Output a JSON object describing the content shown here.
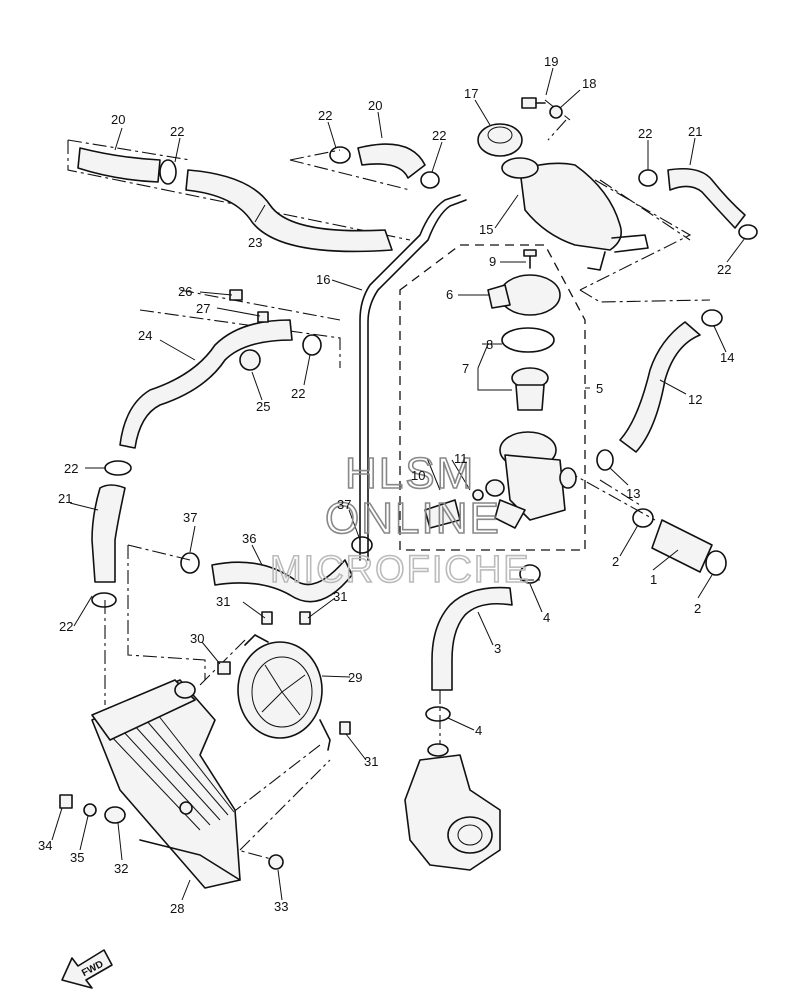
{
  "watermark": {
    "line1": "HLSM",
    "line2": "ONLINE",
    "line3": "MICROFICHE"
  },
  "direction_marker": "FWD",
  "callouts": [
    {
      "id": "c1",
      "text": "1"
    },
    {
      "id": "c2a",
      "text": "2"
    },
    {
      "id": "c2b",
      "text": "2"
    },
    {
      "id": "c3",
      "text": "3"
    },
    {
      "id": "c4a",
      "text": "4"
    },
    {
      "id": "c4b",
      "text": "4"
    },
    {
      "id": "c5",
      "text": "5"
    },
    {
      "id": "c6",
      "text": "6"
    },
    {
      "id": "c7",
      "text": "7"
    },
    {
      "id": "c8",
      "text": "8"
    },
    {
      "id": "c9",
      "text": "9"
    },
    {
      "id": "c10",
      "text": "10"
    },
    {
      "id": "c11",
      "text": "11"
    },
    {
      "id": "c12",
      "text": "12"
    },
    {
      "id": "c13",
      "text": "13"
    },
    {
      "id": "c14",
      "text": "14"
    },
    {
      "id": "c15",
      "text": "15"
    },
    {
      "id": "c16",
      "text": "16"
    },
    {
      "id": "c17",
      "text": "17"
    },
    {
      "id": "c18",
      "text": "18"
    },
    {
      "id": "c19",
      "text": "19"
    },
    {
      "id": "c20a",
      "text": "20"
    },
    {
      "id": "c20b",
      "text": "20"
    },
    {
      "id": "c21a",
      "text": "21"
    },
    {
      "id": "c21b",
      "text": "21"
    },
    {
      "id": "c22a",
      "text": "22"
    },
    {
      "id": "c22b",
      "text": "22"
    },
    {
      "id": "c22c",
      "text": "22"
    },
    {
      "id": "c22d",
      "text": "22"
    },
    {
      "id": "c22e",
      "text": "22"
    },
    {
      "id": "c22f",
      "text": "22"
    },
    {
      "id": "c22g",
      "text": "22"
    },
    {
      "id": "c22h",
      "text": "22"
    },
    {
      "id": "c23",
      "text": "23"
    },
    {
      "id": "c24",
      "text": "24"
    },
    {
      "id": "c25",
      "text": "25"
    },
    {
      "id": "c26",
      "text": "26"
    },
    {
      "id": "c27",
      "text": "27"
    },
    {
      "id": "c28",
      "text": "28"
    },
    {
      "id": "c29",
      "text": "29"
    },
    {
      "id": "c30",
      "text": "30"
    },
    {
      "id": "c31a",
      "text": "31"
    },
    {
      "id": "c31b",
      "text": "31"
    },
    {
      "id": "c31c",
      "text": "31"
    },
    {
      "id": "c32",
      "text": "32"
    },
    {
      "id": "c33",
      "text": "33"
    },
    {
      "id": "c34",
      "text": "34"
    },
    {
      "id": "c35",
      "text": "35"
    },
    {
      "id": "c36",
      "text": "36"
    },
    {
      "id": "c37a",
      "text": "37"
    },
    {
      "id": "c37b",
      "text": "37"
    }
  ]
}
